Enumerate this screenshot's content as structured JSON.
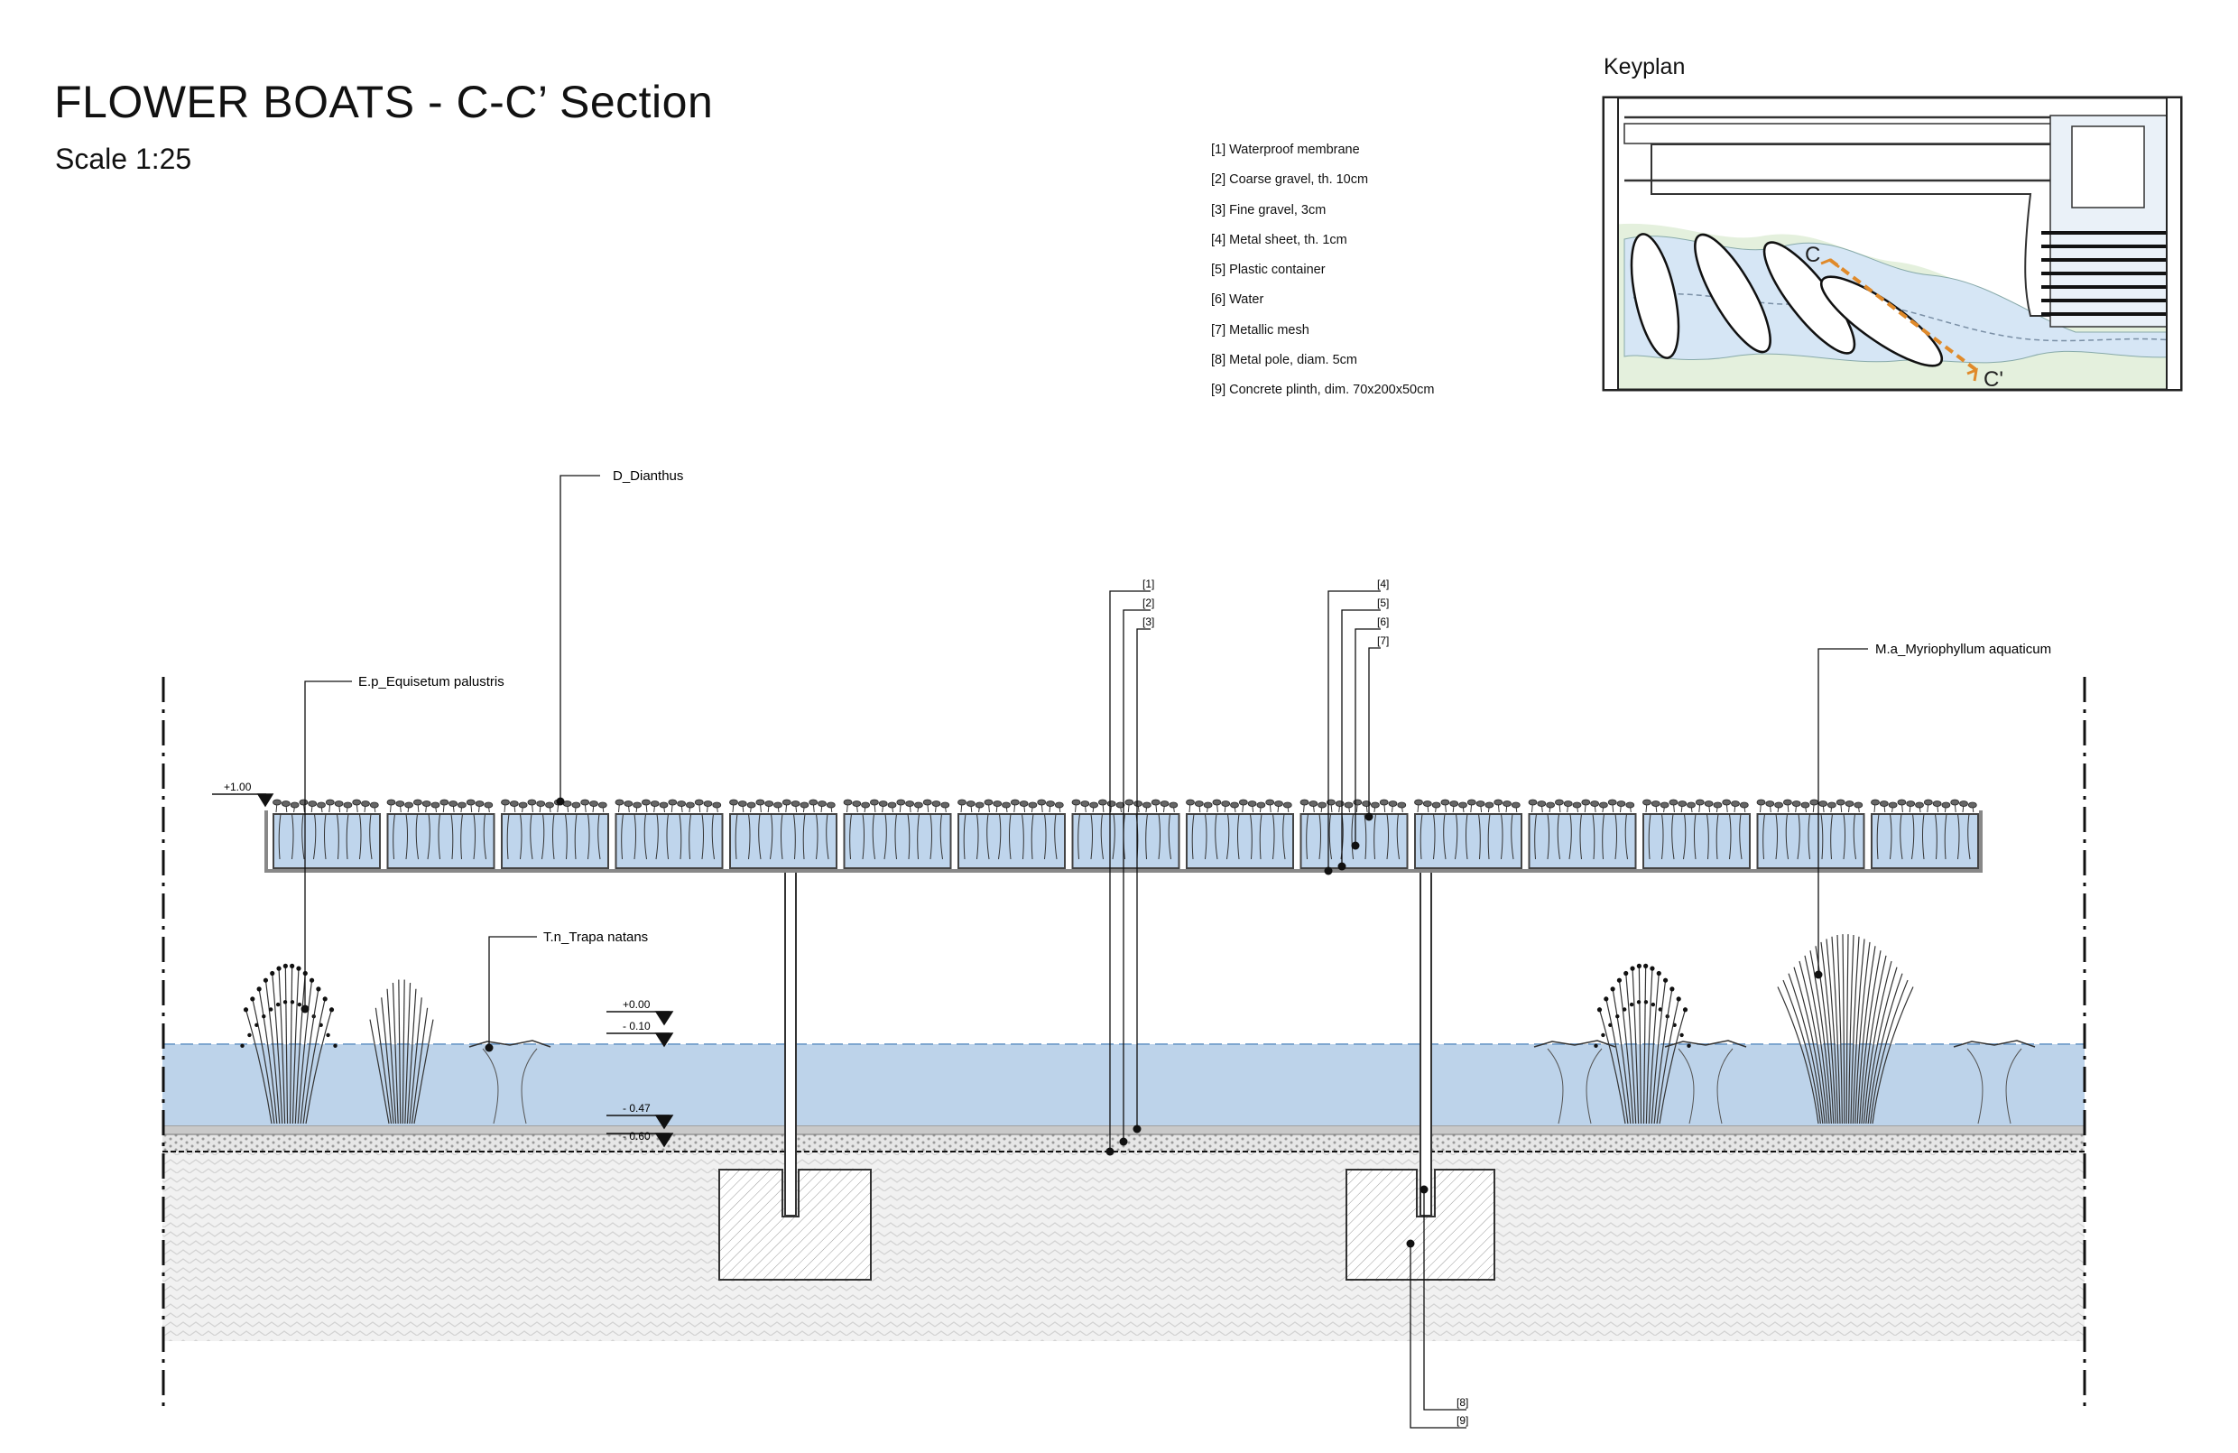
{
  "title": "FLOWER BOATS - C-C’ Section",
  "scale": "Scale 1:25",
  "keyplan": {
    "label": "Keyplan",
    "section_start": "C",
    "section_end": "C'"
  },
  "legend": [
    "[1] Waterproof membrane",
    "[2] Coarse gravel, th. 10cm",
    "[3] Fine gravel, 3cm",
    "[4] Metal sheet, th. 1cm",
    "[5] Plastic container",
    "[6] Water",
    "[7] Metallic mesh",
    "[8] Metal pole, diam. 5cm",
    "[9] Concrete plinth, dim. 70x200x50cm"
  ],
  "plants": {
    "dianthus": "D_Dianthus",
    "equisetum": "E.p_Equisetum palustris",
    "trapa": "T.n_Trapa natans",
    "myriophyllum": "M.a_Myriophyllum aquaticum"
  },
  "levels": {
    "top": "+1.00",
    "water": "+0.00",
    "minus10": "- 0.10",
    "minus47": "- 0.47",
    "minus60": "- 0.60"
  },
  "callouts": {
    "c1": "[1]",
    "c2": "[2]",
    "c3": "[3]",
    "c4": "[4]",
    "c5": "[5]",
    "c6": "[6]",
    "c7": "[7]",
    "c8": "[8]",
    "c9": "[9]"
  }
}
